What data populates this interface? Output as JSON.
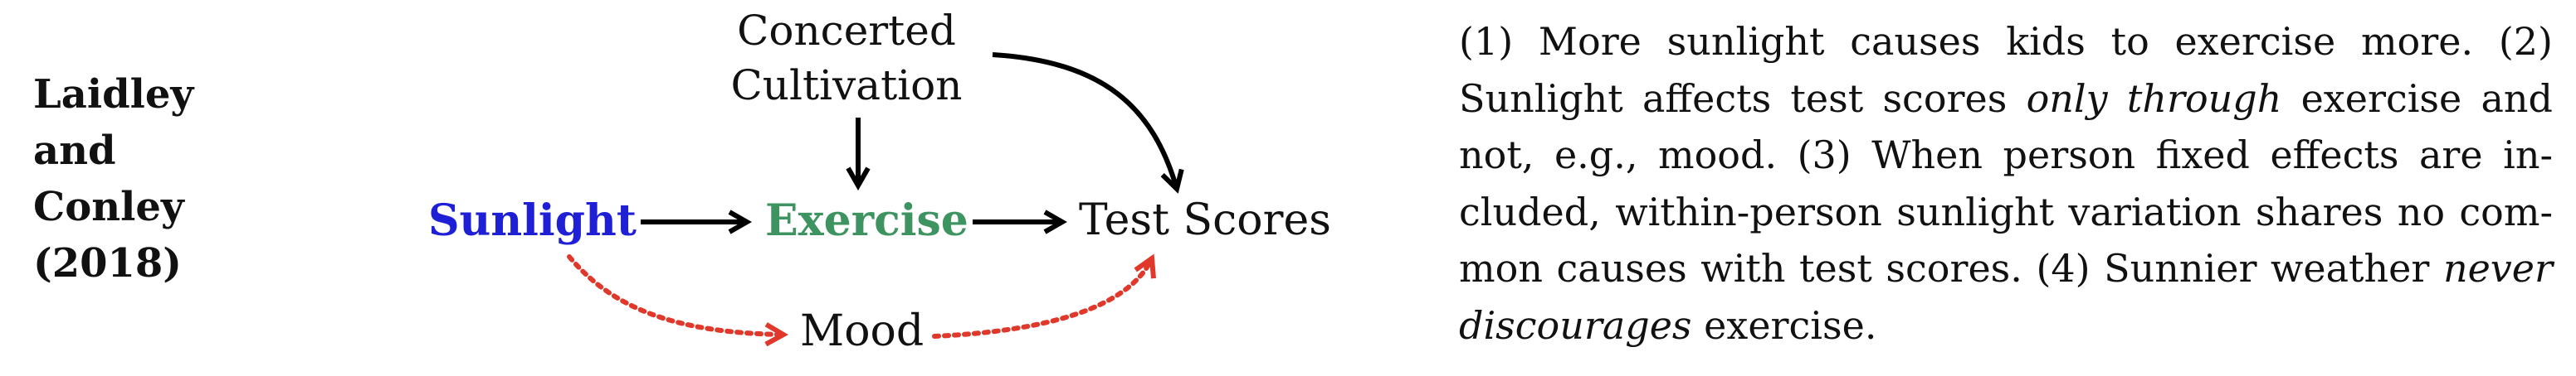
{
  "citation": {
    "lines": [
      "Laidley",
      "and",
      "Conley",
      "(2018)"
    ]
  },
  "diagram": {
    "nodes": {
      "concerted_cultivation": [
        "Concerted",
        "Cultivation"
      ],
      "sunlight": "Sunlight",
      "exercise": "Exercise",
      "test_scores": "Test Scores",
      "mood": "Mood"
    },
    "colors": {
      "sunlight": "#1f1fd6",
      "exercise": "#3e9460",
      "causal_arrow": "#000000",
      "ruled_out_arrow": "#e0392b"
    },
    "edges": [
      {
        "from": "Concerted Cultivation",
        "to": "Exercise",
        "style": "solid"
      },
      {
        "from": "Concerted Cultivation",
        "to": "Test Scores",
        "style": "solid"
      },
      {
        "from": "Sunlight",
        "to": "Exercise",
        "style": "solid"
      },
      {
        "from": "Exercise",
        "to": "Test Scores",
        "style": "solid"
      },
      {
        "from": "Sunlight",
        "to": "Mood",
        "style": "dotted"
      },
      {
        "from": "Mood",
        "to": "Test Scores",
        "style": "dotted"
      }
    ]
  },
  "assumptions": {
    "lines": [
      [
        {
          "t": "(1) More sunlight causes kids to exercise more.  (2)"
        }
      ],
      [
        {
          "t": "Sunlight affects test scores "
        },
        {
          "t": "only through",
          "i": true
        },
        {
          "t": " exercise and"
        }
      ],
      [
        {
          "t": "not, e.g., mood.  (3) When person fixed effects are in-"
        }
      ],
      [
        {
          "t": "cluded, within-person sunlight variation shares no com-"
        }
      ],
      [
        {
          "t": "mon causes with test scores.  (4) Sunnier weather "
        },
        {
          "t": "never",
          "i": true
        }
      ],
      [
        {
          "t": "discourages",
          "i": true
        },
        {
          "t": " exercise."
        }
      ]
    ]
  }
}
